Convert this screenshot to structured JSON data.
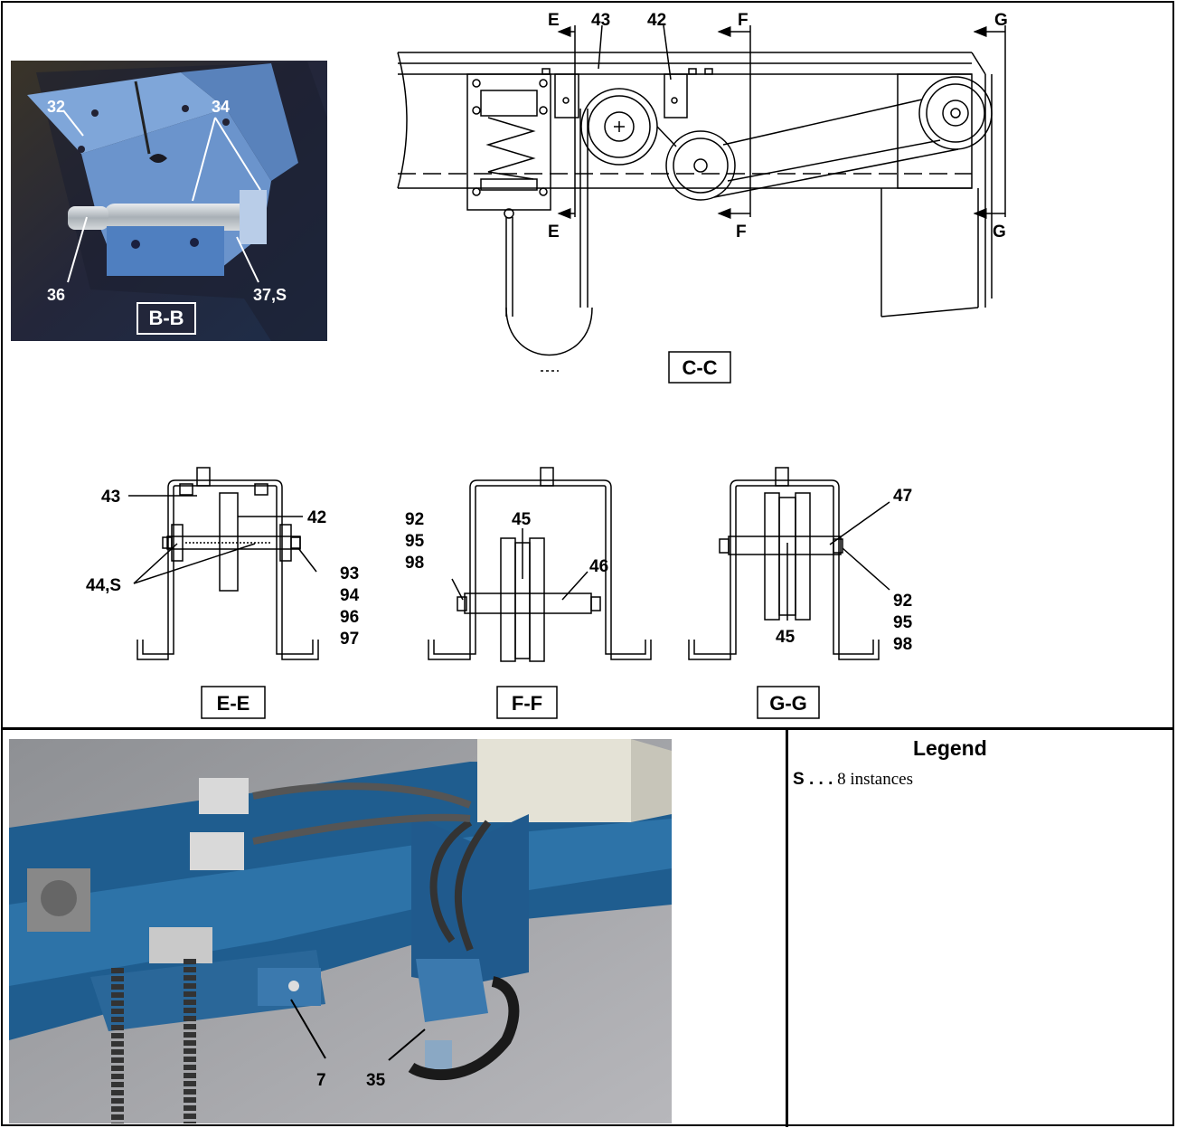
{
  "photo_bb": {
    "callouts": [
      "32",
      "34",
      "36",
      "37,S"
    ],
    "section_label": "B-B"
  },
  "section_cc": {
    "cut_labels": [
      "E",
      "43",
      "42",
      "F",
      "G",
      "E",
      "F",
      "G"
    ],
    "section_label": "C-C"
  },
  "section_ee": {
    "callouts": [
      "43",
      "42",
      "44,S",
      "93",
      "94",
      "96",
      "97"
    ],
    "section_label": "E-E"
  },
  "section_ff": {
    "callouts": [
      "92",
      "95",
      "98",
      "45",
      "46"
    ],
    "section_label": "F-F"
  },
  "section_gg": {
    "callouts": [
      "47",
      "45",
      "92",
      "95",
      "98"
    ],
    "section_label": "G-G"
  },
  "photo_bottom": {
    "callouts": [
      "7",
      "35"
    ]
  },
  "legend": {
    "title": "Legend",
    "items": [
      {
        "key": "S . . .",
        "text": "8 instances"
      }
    ]
  }
}
